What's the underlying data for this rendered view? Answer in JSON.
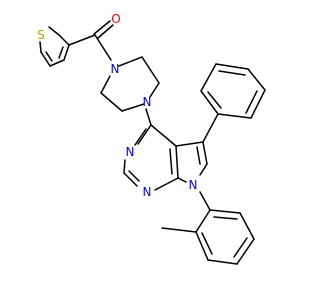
{
  "molecule": {
    "colors": {
      "bond": "#000000",
      "N": "#0000ff",
      "O": "#ff0000",
      "S": "#b8a500"
    },
    "atom_labels": {
      "o_carbonyl": "O",
      "s_thiophene": "S",
      "n_piperazine_top": "N",
      "n_piperazine_bottom": "N",
      "n_pyrimidine_3": "N",
      "n_pyrimidine_1": "N",
      "n_pyrrole": "N"
    }
  }
}
